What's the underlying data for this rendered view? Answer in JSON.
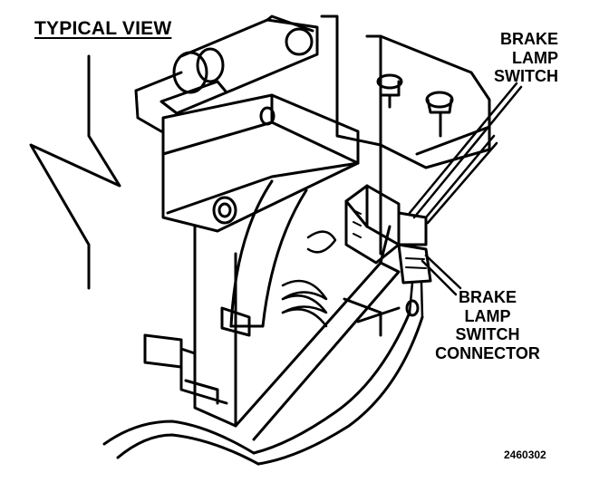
{
  "view_title": "TYPICAL VIEW",
  "callouts": {
    "brake_lamp_switch": [
      "BRAKE",
      "LAMP",
      "SWITCH"
    ],
    "brake_lamp_switch_connector": [
      "BRAKE",
      "LAMP",
      "SWITCH",
      "CONNECTOR"
    ]
  },
  "figure_id": "2460302"
}
